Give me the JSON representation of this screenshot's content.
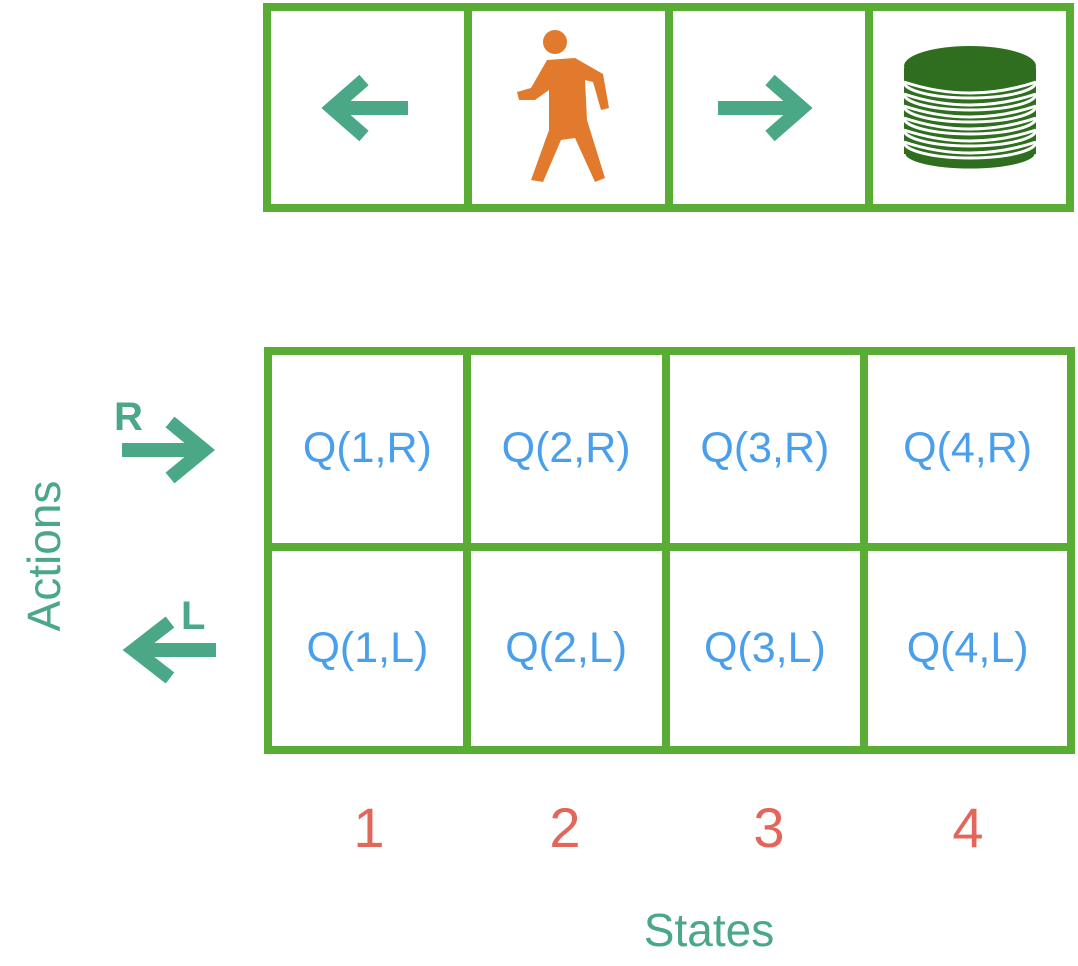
{
  "environment": {
    "cells": [
      {
        "icon": "left-arrow-icon"
      },
      {
        "icon": "walking-person-icon"
      },
      {
        "icon": "right-arrow-icon"
      },
      {
        "icon": "coin-stack-icon"
      }
    ]
  },
  "q_table": {
    "rows": [
      {
        "action": "R",
        "cells": [
          "Q(1,R)",
          "Q(2,R)",
          "Q(3,R)",
          "Q(4,R)"
        ]
      },
      {
        "action": "L",
        "cells": [
          "Q(1,L)",
          "Q(2,L)",
          "Q(3,L)",
          "Q(4,L)"
        ]
      }
    ]
  },
  "states": {
    "label": "States",
    "numbers": [
      "1",
      "2",
      "3",
      "4"
    ]
  },
  "actions": {
    "label": "Actions",
    "right_letter": "R",
    "left_letter": "L"
  },
  "colors": {
    "grid_green": "#59ad35",
    "arrow_teal": "#4aa887",
    "q_value_blue": "#4a9fec",
    "state_red": "#e2665a",
    "walker_orange": "#e27a2e",
    "coin_green": "#2f6e1f"
  }
}
